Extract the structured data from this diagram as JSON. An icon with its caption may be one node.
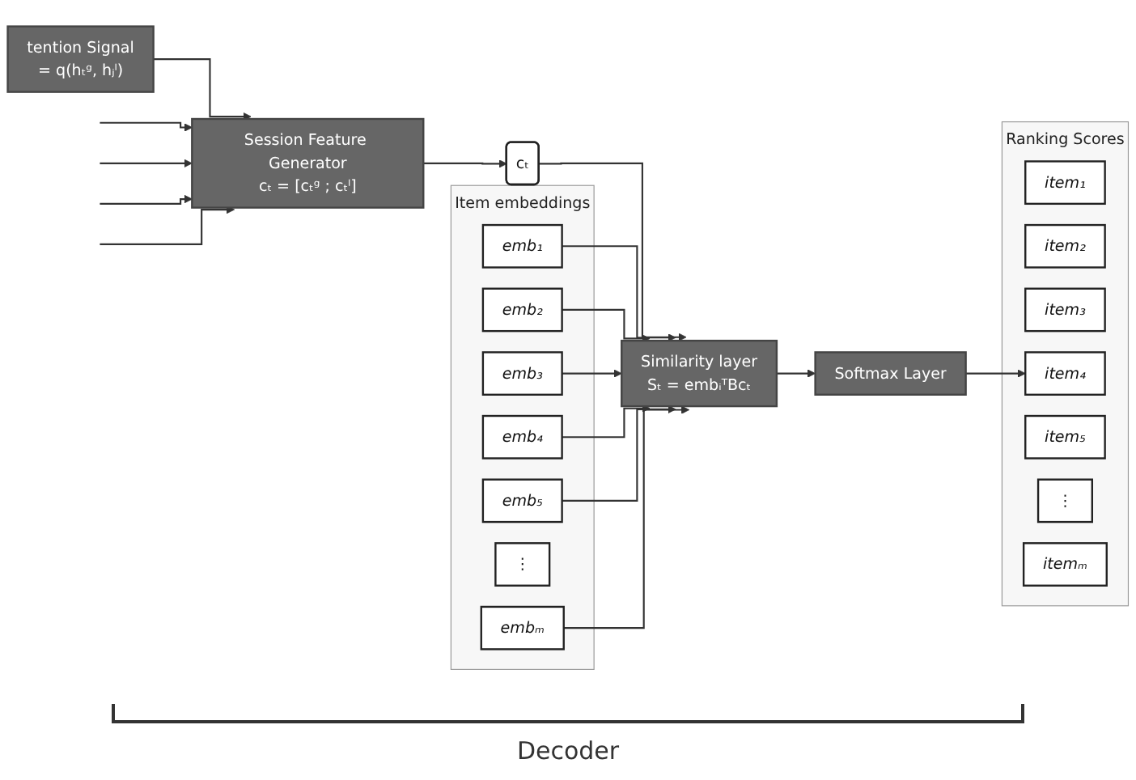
{
  "diagram": {
    "nodes": [
      {
        "text": [
          "tention Signal",
          "= q(hₜᵍ, hⱼˡ)"
        ]
      },
      {
        "text": [
          "Session Feature Generator",
          "cₜ = [cₜᵍ ; cₜˡ]"
        ]
      },
      {
        "text": [
          "cₜ"
        ]
      },
      {
        "text": [
          "Item embeddings"
        ]
      },
      {
        "text": [
          "emb₁"
        ],
        "in": 3
      },
      {
        "text": [
          "emb₂"
        ],
        "in": 3
      },
      {
        "text": [
          "emb₃"
        ],
        "in": 3
      },
      {
        "text": [
          "emb₄"
        ],
        "in": 3
      },
      {
        "text": [
          "emb₅"
        ],
        "in": 3
      },
      {
        "text": [
          "⋮"
        ],
        "in": 3
      },
      {
        "text": [
          "embₘ"
        ],
        "in": 3
      },
      {
        "text": [
          "Similarity layer",
          "Sₜ = embᵢᵀBcₜ"
        ]
      },
      {
        "text": [
          "Softmax Layer"
        ]
      },
      {
        "text": [
          "Ranking Scores"
        ]
      },
      {
        "text": [
          "item₁"
        ],
        "in": 13
      },
      {
        "text": [
          "item₂"
        ],
        "in": 13
      },
      {
        "text": [
          "item₃"
        ],
        "in": 13
      },
      {
        "text": [
          "item₄"
        ],
        "in": 13
      },
      {
        "text": [
          "item₅"
        ],
        "in": 13
      },
      {
        "text": [
          "⋮"
        ],
        "in": 13
      },
      {
        "text": [
          "itemₘ"
        ],
        "in": 13
      }
    ],
    "edges": [
      {
        "from": 0,
        "to": 1,
        "arrow": "to"
      },
      {
        "from": null,
        "to": 1,
        "arrow": "to"
      },
      {
        "from": null,
        "to": 1,
        "arrow": "to"
      },
      {
        "from": null,
        "to": 1,
        "arrow": "to"
      },
      {
        "from": null,
        "to": 1,
        "arrow": "to"
      },
      {
        "from": 1,
        "to": 2,
        "arrow": "to"
      },
      {
        "from": 2,
        "to": 11,
        "arrow": "to"
      },
      {
        "from": 4,
        "to": 11,
        "arrow": "to"
      },
      {
        "from": 5,
        "to": 11,
        "arrow": "to"
      },
      {
        "from": 6,
        "to": 11,
        "arrow": "to"
      },
      {
        "from": 7,
        "to": 11,
        "arrow": "to"
      },
      {
        "from": 8,
        "to": 11,
        "arrow": "to"
      },
      {
        "from": 10,
        "to": 11,
        "arrow": "to"
      },
      {
        "from": 11,
        "to": 12,
        "arrow": "to"
      },
      {
        "from": 12,
        "to": 17,
        "arrow": "to"
      }
    ],
    "labels": [
      "Decoder"
    ]
  }
}
